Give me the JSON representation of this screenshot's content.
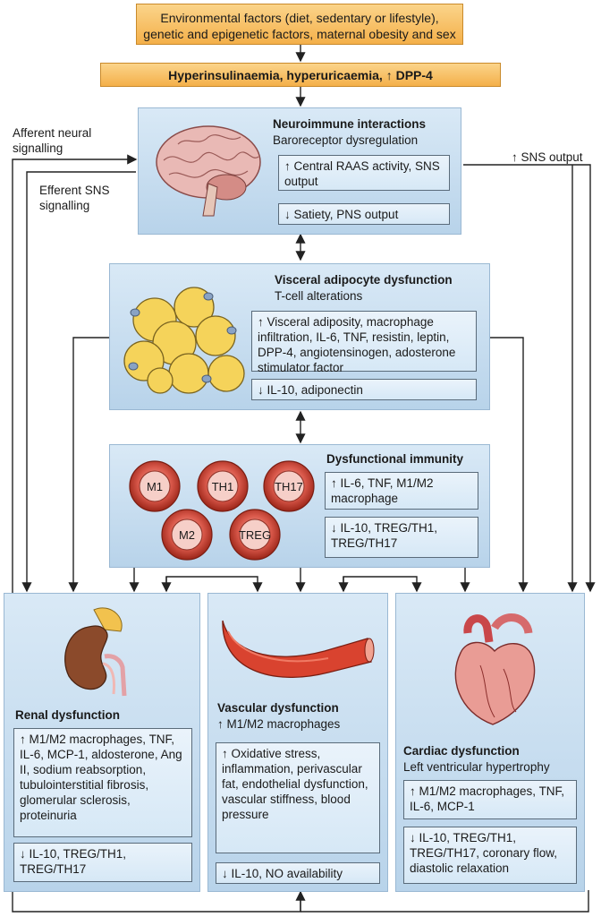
{
  "top_box": {
    "line1": "Environmental factors (diet, sedentary or lifestyle),",
    "line2": "genetic and epigenetic factors, maternal obesity and sex"
  },
  "second_box": {
    "text": "Hyperinsulinaemia, hyperuricaemia, ↑ DPP-4"
  },
  "side_labels": {
    "afferent": "Afferent neural signalling",
    "efferent": "Efferent SNS signalling",
    "sns_output": "↑ SNS output"
  },
  "neuro": {
    "title": "Neuroimmune interactions",
    "subtitle": "Baroreceptor dysregulation",
    "up": "↑ Central RAAS activity, SNS output",
    "down": "↓ Satiety, PNS output"
  },
  "visceral": {
    "title": "Visceral adipocyte dysfunction",
    "subtitle": "T-cell alterations",
    "up": "↑ Visceral adiposity, macrophage infiltration, IL-6, TNF, resistin, leptin, DPP-4, angiotensinogen, adosterone stimulator factor",
    "down": "↓ IL-10, adiponectin"
  },
  "immunity": {
    "title": "Dysfunctional immunity",
    "up": "↑ IL-6, TNF, M1/M2 macrophage",
    "down": "↓ IL-10, TREG/TH1, TREG/TH17",
    "cells": [
      "M1",
      "TH1",
      "TH17",
      "M2",
      "TREG"
    ]
  },
  "renal": {
    "title": "Renal dysfunction",
    "up": "↑ M1/M2 macrophages, TNF, IL-6, MCP-1, aldosterone, Ang II, sodium reabsorption, tubulointerstitial fibrosis, glomerular sclerosis, proteinuria",
    "down": "↓ IL-10, TREG/TH1, TREG/TH17"
  },
  "vascular": {
    "title": "Vascular dysfunction",
    "subtitle": "↑ M1/M2 macrophages",
    "up": "↑ Oxidative stress, inflammation, perivascular fat, endothelial dysfunction, vascular stiffness, blood pressure",
    "down": "↓ IL-10, NO availability"
  },
  "cardiac": {
    "title": "Cardiac dysfunction",
    "subtitle": "Left ventricular hypertrophy",
    "up": "↑ M1/M2 macrophages, TNF, IL-6, MCP-1",
    "down": "↓ IL-10, TREG/TH1, TREG/TH17, coronary flow, diastolic relaxation"
  },
  "colors": {
    "orange": "#f4b04a",
    "panel_blue": "#b8d3ea",
    "cell_red": "#c0392b"
  }
}
